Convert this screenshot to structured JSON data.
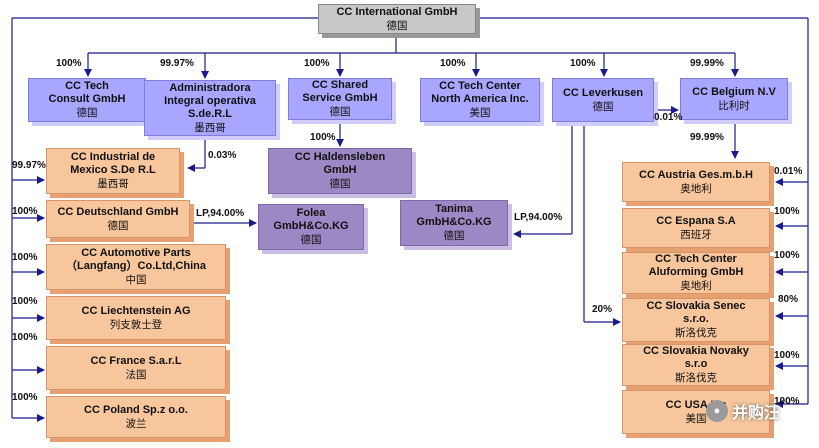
{
  "nodes": {
    "root": {
      "title": "CC International GmbH",
      "country": "德国"
    },
    "tech_consult": {
      "title": "CC Tech\nConsult GmbH",
      "country": "德国"
    },
    "administradora": {
      "title": "Administradora\nIntegral operativa\nS.de.R.L",
      "country": "墨西哥"
    },
    "shared_service": {
      "title": "CC Shared\nService GmbH",
      "country": "德国"
    },
    "tech_center_na": {
      "title": "CC Tech Center\nNorth America Inc.",
      "country": "美国"
    },
    "leverkusen": {
      "title": "CC Leverkusen",
      "country": "德国"
    },
    "belgium": {
      "title": "CC Belgium N.V",
      "country": "比利时"
    },
    "haldensleben": {
      "title": "CC Haldensleben\nGmbH",
      "country": "德国"
    },
    "folea": {
      "title": "Folea\nGmbH&Co.KG",
      "country": "德国"
    },
    "tanima": {
      "title": "Tanima\nGmbH&Co.KG",
      "country": "德国"
    },
    "industrial_mexico": {
      "title": "CC Industrial de\nMexico S.De R.L",
      "country": "墨西哥"
    },
    "deutschland": {
      "title": "CC Deutschland GmbH",
      "country": "德国"
    },
    "automotive_parts": {
      "title": "CC Automotive Parts\n（Langfang）Co.Ltd,China",
      "country": "中国"
    },
    "liechtenstein": {
      "title": "CC Liechtenstein AG",
      "country": "列支敦士登"
    },
    "france": {
      "title": "CC France S.a.r.L",
      "country": "法国"
    },
    "poland": {
      "title": "CC Poland Sp.z o.o.",
      "country": "波兰"
    },
    "austria": {
      "title": "CC Austria Ges.m.b.H",
      "country": "奥地利"
    },
    "espana": {
      "title": "CC Espana S.A",
      "country": "西班牙"
    },
    "aluforming": {
      "title": "CC Tech Center\nAluforming GmbH",
      "country": "奥地利"
    },
    "slovakia_senec": {
      "title": "CC Slovakia Senec\ns.r.o.",
      "country": "斯洛伐克"
    },
    "slovakia_novaky": {
      "title": "CC Slovakia Novaky\ns.r.o",
      "country": "斯洛伐克"
    },
    "usa": {
      "title": "CC USA Inc",
      "country": "美国"
    }
  },
  "percentages": {
    "tech_consult": "100%",
    "administradora": "99.97%",
    "shared_service": "100%",
    "tech_center_na": "100%",
    "leverkusen": "100%",
    "belgium": "99.99%",
    "haldensleben": "100%",
    "admin_to_mexico": "0.03%",
    "root_to_mexico": "99.97%",
    "deutschland": "100%",
    "folea": "LP,94.00%",
    "tanima": "LP,94.00%",
    "automotive_parts": "100%",
    "liechtenstein": "100%",
    "france": "100%",
    "poland": "100%",
    "leverkusen_to_belgium": "0.01%",
    "belgium_to_austria": "99.99%",
    "root_to_austria": "0.01%",
    "espana": "100%",
    "aluforming": "100%",
    "leverkusen_to_senec": "20%",
    "root_to_senec": "80%",
    "slovakia_novaky": "100%",
    "usa": "100%"
  },
  "watermark": {
    "text": "并购汪"
  },
  "colors": {
    "root": "#c8c8c8",
    "blue": "#a9a6ff",
    "purple": "#9c88c4",
    "orange": "#f8c69c",
    "line": "#1a1a8c"
  }
}
